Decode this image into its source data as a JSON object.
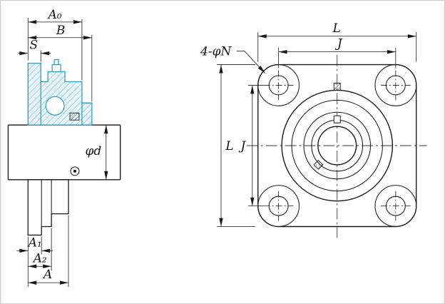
{
  "drawing": {
    "accent_section_color": "#2d9cbd",
    "line_color": "#1a1a1a",
    "side_view": {
      "dim_a0": "A₀",
      "dim_b": "B",
      "dim_s": "S",
      "dim_shaft_dia": "φd",
      "dim_a1": "A₁",
      "dim_a2": "A₂",
      "dim_a": "A"
    },
    "front_view": {
      "dim_length_top": "L",
      "dim_bolt_span_top": "J",
      "bolt_note": "4-φN",
      "dim_length_left": "L",
      "dim_bolt_span_left": "J"
    }
  }
}
